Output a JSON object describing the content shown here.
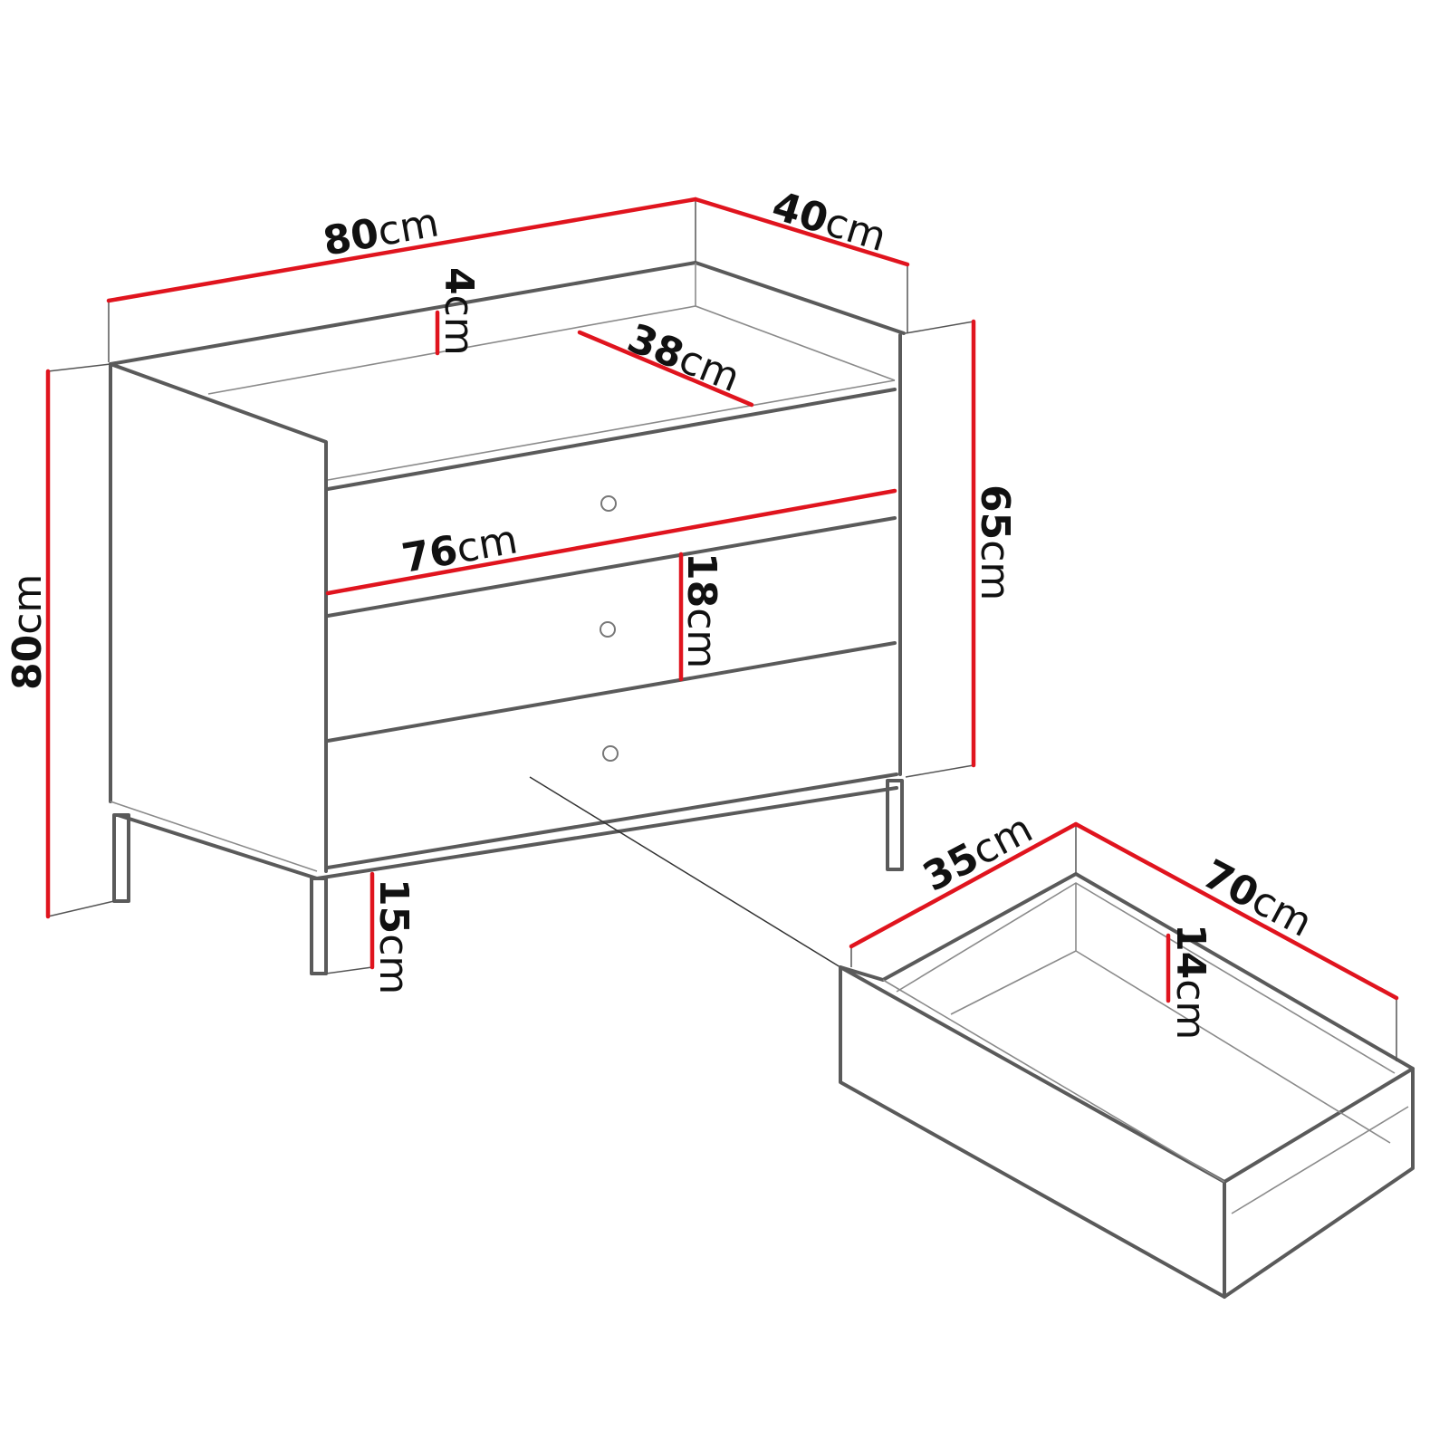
{
  "unit": "cm",
  "colors": {
    "dimension": "#e0141e",
    "outline": "#5a5a5a"
  },
  "dimensions": {
    "width": {
      "value": "80",
      "unit": "cm"
    },
    "depth": {
      "value": "40",
      "unit": "cm"
    },
    "top_rim": {
      "value": "4",
      "unit": "cm"
    },
    "inner_depth": {
      "value": "38",
      "unit": "cm"
    },
    "inner_width": {
      "value": "76",
      "unit": "cm"
    },
    "drawer_front_height": {
      "value": "18",
      "unit": "cm"
    },
    "body_height": {
      "value": "65",
      "unit": "cm"
    },
    "total_height": {
      "value": "80",
      "unit": "cm"
    },
    "leg_height": {
      "value": "15",
      "unit": "cm"
    },
    "drawer_width": {
      "value": "35",
      "unit": "cm"
    },
    "drawer_length": {
      "value": "70",
      "unit": "cm"
    },
    "drawer_height": {
      "value": "14",
      "unit": "cm"
    }
  }
}
